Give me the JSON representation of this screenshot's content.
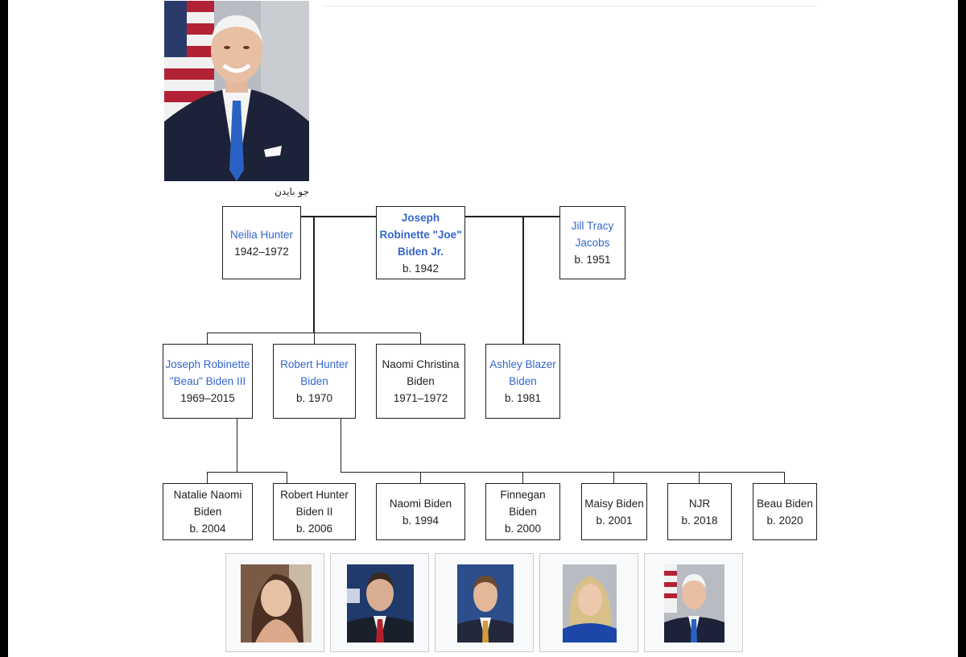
{
  "portrait": {
    "caption": "جو بایدن",
    "image": "joe-biden-portrait"
  },
  "tree": {
    "generation1": [
      {
        "id": "neilia",
        "name": "Neilia Hunter",
        "dates": "1942–1972",
        "link": true,
        "bold": false
      },
      {
        "id": "joe",
        "name": "Joseph Robinette \"Joe\" Biden Jr.",
        "dates": "b. 1942",
        "link": true,
        "bold": true
      },
      {
        "id": "jill",
        "name": "Jill Tracy Jacobs",
        "dates": "b. 1951",
        "link": true,
        "bold": false
      }
    ],
    "generation2": [
      {
        "id": "beau",
        "name": "Joseph Robinette \"Beau\" Biden III",
        "dates": "1969–2015",
        "link": true
      },
      {
        "id": "hunter",
        "name": "Robert Hunter Biden",
        "dates": "b. 1970",
        "link": true
      },
      {
        "id": "naomi-christina",
        "name": "Naomi Christina Biden",
        "dates": "1971–1972",
        "link": false
      },
      {
        "id": "ashley",
        "name": "Ashley Blazer Biden",
        "dates": "b. 1981",
        "link": true
      }
    ],
    "generation3": [
      {
        "id": "natalie",
        "name": "Natalie Naomi Biden",
        "dates": "b. 2004",
        "link": false
      },
      {
        "id": "robert2",
        "name": "Robert Hunter Biden II",
        "dates": "b. 2006",
        "link": false
      },
      {
        "id": "naomi",
        "name": "Naomi Biden",
        "dates": "b. 1994",
        "link": false
      },
      {
        "id": "finnegan",
        "name": "Finnegan Biden",
        "dates": "b. 2000",
        "link": false
      },
      {
        "id": "maisy",
        "name": "Maisy Biden",
        "dates": "b. 2001",
        "link": false
      },
      {
        "id": "njr",
        "name": "NJR",
        "dates": "b. 2018",
        "link": false
      },
      {
        "id": "beau2",
        "name": "Beau Biden",
        "dates": "b. 2020",
        "link": false
      }
    ]
  },
  "gallery": [
    {
      "image": "ashley-biden-photo"
    },
    {
      "image": "hunter-biden-photo"
    },
    {
      "image": "beau-biden-photo"
    },
    {
      "image": "jill-biden-photo"
    },
    {
      "image": "joe-biden-photo"
    }
  ],
  "colors": {
    "link": "#3366cc",
    "text": "#202122",
    "border": "#1f1f1f"
  }
}
